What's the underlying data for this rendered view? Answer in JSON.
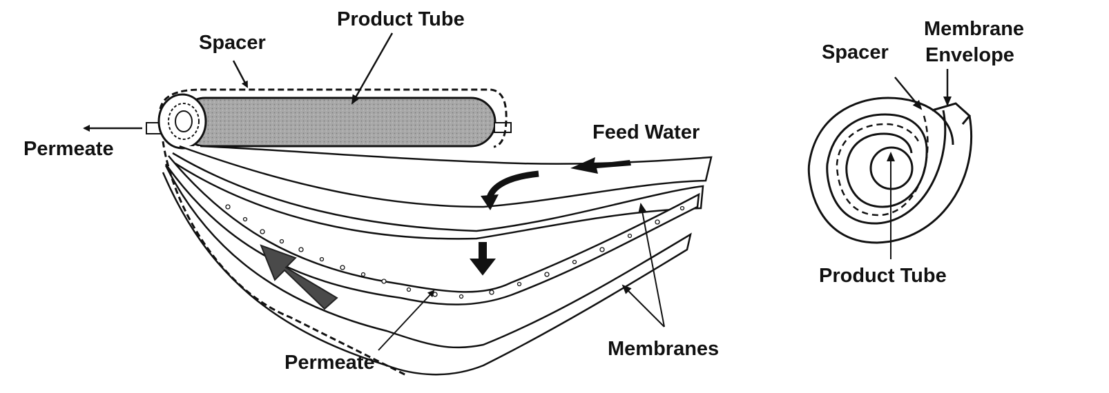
{
  "labels": {
    "left": {
      "product_tube": "Product Tube",
      "spacer": "Spacer",
      "permeate_top": "Permeate",
      "feed_water": "Feed Water",
      "permeate_bottom": "Permeate",
      "membranes": "Membranes"
    },
    "right": {
      "membrane": "Membrane",
      "envelope": "Envelope",
      "spacer": "Spacer",
      "product_tube": "Product Tube"
    }
  },
  "colors": {
    "ink": "#111111",
    "tube_fill": "#9a9a9a",
    "big_arrow": "#4a4a4a",
    "background": "#ffffff"
  }
}
